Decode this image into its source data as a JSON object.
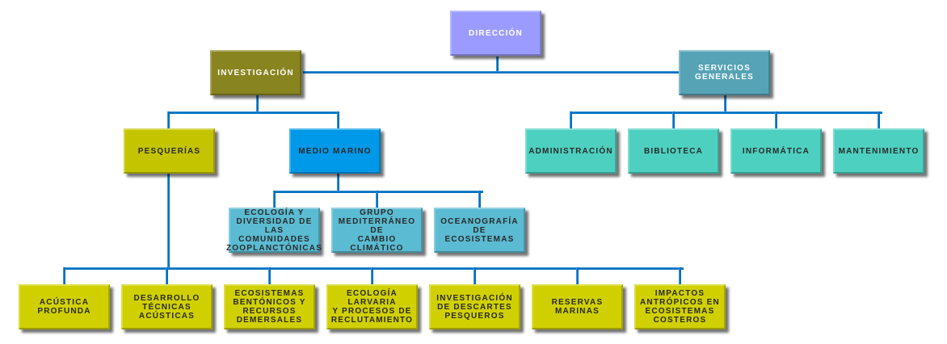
{
  "colors": {
    "direccion": "#9b9bff",
    "investigacion": "#888420",
    "servicios": "#56a3b6",
    "pesquerias": "#c4c400",
    "medio_marino": "#0098e8",
    "servicio_items": "#4dd0c0",
    "marino_items": "#5abbd2",
    "pesca_items": "#d0d000",
    "lines": "#0070c0"
  },
  "direccion": "DIRECCIÓN",
  "investigacion": "INVESTIGACIÓN",
  "servicios": "SERVICIOS\nGENERALES",
  "pesquerias": "PESQUERÍAS",
  "medio_marino": "MEDIO MARINO",
  "servicio_items": [
    "ADMINISTRACIÓN",
    "BIBLIOTECA",
    "INFORMÁTICA",
    "MANTENIMIENTO"
  ],
  "marino_items": [
    "ECOLOGÍA Y\nDIVERSIDAD DE LAS\nCOMUNIDADES\nZOOPLANCTÓNICAS",
    "GRUPO\nMEDITERRÁNEO DE\nCAMBIO CLIMÁTICO",
    "OCEANOGRAFÍA\nDE\nECOSISTEMAS"
  ],
  "pesca_items": [
    "ACÚSTICA\nPROFUNDA",
    "DESARROLLO\nTÉCNICAS\nACÚSTICAS",
    "ECOSISTEMAS\nBENTÓNICOS Y\nRECURSOS\nDEMERSALES",
    "ECOLOGÍA\nLARVARIA\nY PROCESOS DE\nRECLUTAMIENTO",
    "INVESTIGACIÓN\nDE DESCARTES\nPESQUEROS",
    "RESERVAS\nMARINAS",
    "IMPACTOS\nANTRÓPICOS EN\nECOSISTEMAS\nCOSTEROS"
  ]
}
